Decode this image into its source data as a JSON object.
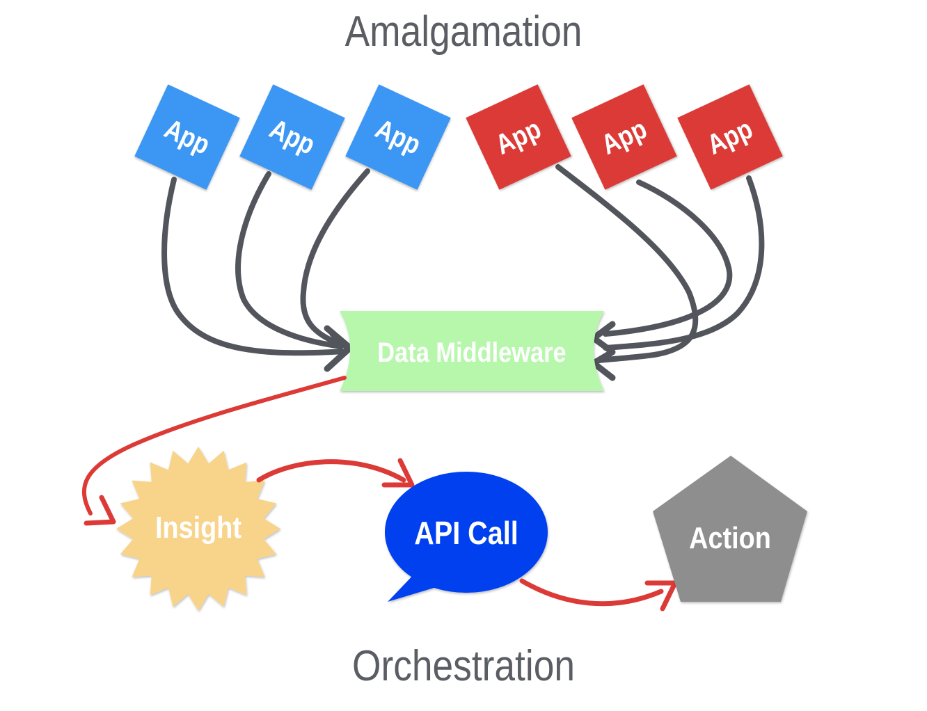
{
  "diagram": {
    "title_top": "Amalgamation",
    "title_bottom": "Orchestration",
    "apps": [
      {
        "label": "App",
        "group": "blue",
        "color": "#3b97f3"
      },
      {
        "label": "App",
        "group": "blue",
        "color": "#3b97f3"
      },
      {
        "label": "App",
        "group": "blue",
        "color": "#3b97f3"
      },
      {
        "label": "App",
        "group": "red",
        "color": "#dc3a36"
      },
      {
        "label": "App",
        "group": "red",
        "color": "#dc3a36"
      },
      {
        "label": "App",
        "group": "red",
        "color": "#dc3a36"
      }
    ],
    "middleware": {
      "label": "Data Middleware",
      "color": "#b6f7ab"
    },
    "insight": {
      "label": "Insight",
      "color": "#f8d48a"
    },
    "api_call": {
      "label": "API Call",
      "color": "#0241ef"
    },
    "action": {
      "label": "Action",
      "color": "#8e8e8e"
    },
    "colors": {
      "gray_arrow": "#52555c",
      "red_arrow": "#dc3a36",
      "heading_text": "#5a5d63"
    },
    "edges": [
      {
        "from": "App 1",
        "to": "Data Middleware",
        "style": "gray"
      },
      {
        "from": "App 2",
        "to": "Data Middleware",
        "style": "gray"
      },
      {
        "from": "App 3",
        "to": "Data Middleware",
        "style": "gray"
      },
      {
        "from": "App 4",
        "to": "Data Middleware",
        "style": "gray"
      },
      {
        "from": "App 5",
        "to": "Data Middleware",
        "style": "gray"
      },
      {
        "from": "App 6",
        "to": "Data Middleware",
        "style": "gray"
      },
      {
        "from": "Data Middleware",
        "to": "Insight",
        "style": "red"
      },
      {
        "from": "Insight",
        "to": "API Call",
        "style": "red"
      },
      {
        "from": "API Call",
        "to": "Action",
        "style": "red"
      }
    ]
  }
}
